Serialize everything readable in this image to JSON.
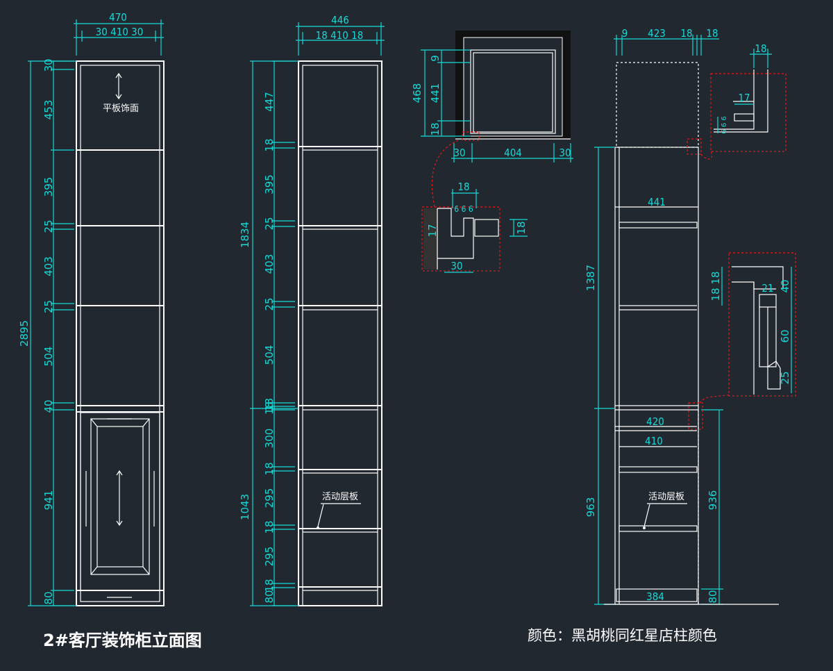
{
  "title": "2#客厅装饰柜立面图",
  "color_note": "颜色：黑胡桃同红星店柱颜色",
  "labels": {
    "panel_finish": "平板饰面",
    "movable_shelf_1": "活动层板",
    "movable_shelf_2": "活动层板"
  },
  "elev1": {
    "top_total": "470",
    "top_parts": "30  410  30",
    "total_height": "2895",
    "rows": [
      "30",
      "453",
      "395",
      "25",
      "403",
      "25",
      "504",
      "40",
      "941",
      "80"
    ]
  },
  "elev2": {
    "top_total": "446",
    "top_parts": "18  410  18",
    "upper_total": "1834",
    "lower_total": "1043",
    "rows": [
      "447",
      "18",
      "395",
      "25",
      "403",
      "25",
      "504",
      "18",
      "18",
      "300",
      "18",
      "295",
      "18",
      "295",
      "18",
      "80"
    ]
  },
  "plan": {
    "height_total": "468",
    "heights": [
      "9",
      "441",
      "18"
    ],
    "bottom": [
      "30",
      "404",
      "30"
    ]
  },
  "detail1": {
    "top": "18",
    "sub": "6 6 6",
    "left": "17",
    "right": "18",
    "bottom": "30"
  },
  "elev3": {
    "top_parts": [
      "9",
      "423",
      "18",
      "18"
    ],
    "upper_total": "1387",
    "lower_total": "963",
    "right_lower": "936",
    "bottom_right": "80",
    "shelf_441": "441",
    "w420": "420",
    "w410": "410",
    "w384": "384"
  },
  "detail2": {
    "top": "18",
    "inner": "17",
    "small": "6 6 6"
  },
  "detail3": {
    "left": "18 18",
    "w": "21",
    "r1": "40",
    "r2": "60",
    "r3": "25"
  }
}
